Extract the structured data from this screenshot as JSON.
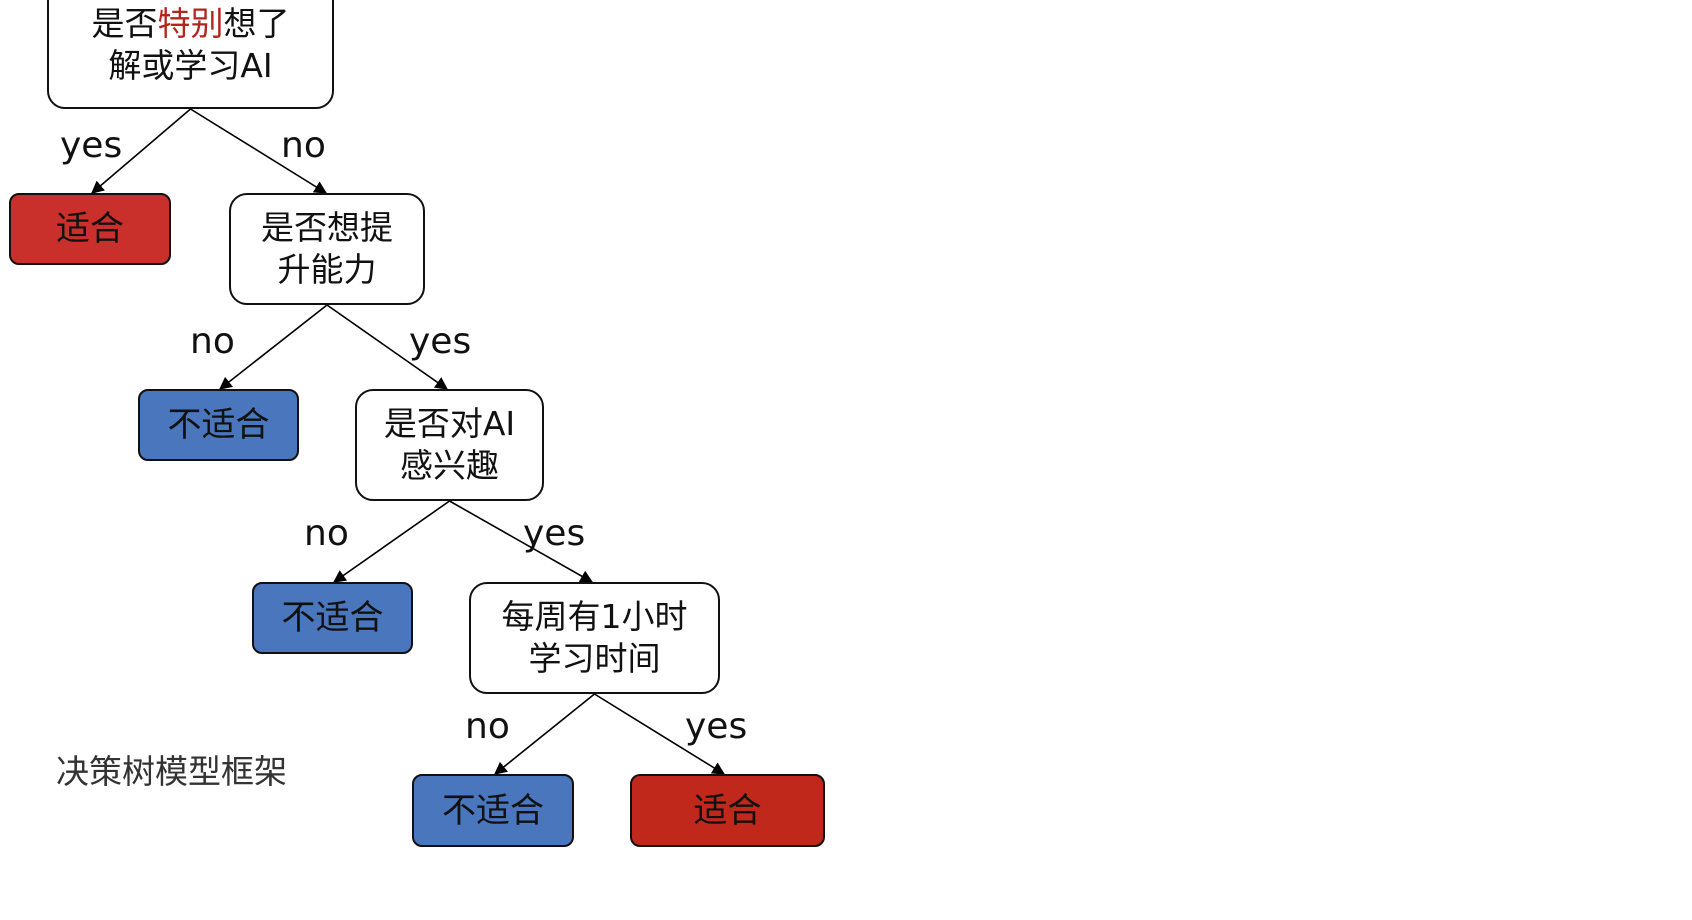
{
  "diagram": {
    "caption": "决策树模型框架",
    "colors": {
      "suitable": "#c9302c",
      "suitable_dark": "#c0281c",
      "unsuitable": "#4a76bd",
      "question": "#ffffff",
      "highlight_text": "#b3261e"
    },
    "nodes": [
      {
        "id": "q1",
        "kind": "question",
        "segments": [
          {
            "text": "是否",
            "highlight": false
          },
          {
            "text": "特别",
            "highlight": true
          },
          {
            "text": "想了\n解或学习AI",
            "highlight": false
          }
        ]
      },
      {
        "id": "leaf1",
        "kind": "leaf",
        "label": "适合",
        "result": "suitable"
      },
      {
        "id": "q2",
        "kind": "question",
        "segments": [
          {
            "text": "是否想提\n升能力",
            "highlight": false
          }
        ]
      },
      {
        "id": "leaf2",
        "kind": "leaf",
        "label": "不适合",
        "result": "unsuitable"
      },
      {
        "id": "q3",
        "kind": "question",
        "segments": [
          {
            "text": "是否对AI\n感兴趣",
            "highlight": false
          }
        ]
      },
      {
        "id": "leaf3",
        "kind": "leaf",
        "label": "不适合",
        "result": "unsuitable"
      },
      {
        "id": "q4",
        "kind": "question",
        "segments": [
          {
            "text": "每周有1小时\n学习时间",
            "highlight": false
          }
        ]
      },
      {
        "id": "leaf4",
        "kind": "leaf",
        "label": "不适合",
        "result": "unsuitable"
      },
      {
        "id": "leaf5",
        "kind": "leaf",
        "label": "适合",
        "result": "suitable_dark"
      }
    ],
    "edges": [
      {
        "from": "q1",
        "to": "leaf1",
        "label": "yes"
      },
      {
        "from": "q1",
        "to": "q2",
        "label": "no"
      },
      {
        "from": "q2",
        "to": "leaf2",
        "label": "no"
      },
      {
        "from": "q2",
        "to": "q3",
        "label": "yes"
      },
      {
        "from": "q3",
        "to": "leaf3",
        "label": "no"
      },
      {
        "from": "q3",
        "to": "q4",
        "label": "yes"
      },
      {
        "from": "q4",
        "to": "leaf4",
        "label": "no"
      },
      {
        "from": "q4",
        "to": "leaf5",
        "label": "yes"
      }
    ]
  }
}
